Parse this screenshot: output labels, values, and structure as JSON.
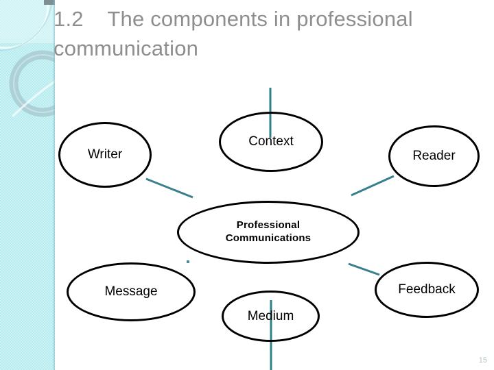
{
  "slide": {
    "title": "1.2    The components in professional communication",
    "number": "15",
    "title_color": "#8e8e8e",
    "band_color": "#b6ecef",
    "connector_color": "#2e7f8c",
    "node_outline_color": "#000000"
  },
  "diagram": {
    "center": {
      "label": "Professional\nCommunications",
      "name": "professional-communications"
    },
    "nodes": [
      {
        "name": "writer",
        "label": "Writer"
      },
      {
        "name": "context",
        "label": "Context"
      },
      {
        "name": "reader",
        "label": "Reader"
      },
      {
        "name": "message",
        "label": "Message"
      },
      {
        "name": "medium",
        "label": "Medium"
      },
      {
        "name": "feedback",
        "label": "Feedback"
      }
    ]
  }
}
